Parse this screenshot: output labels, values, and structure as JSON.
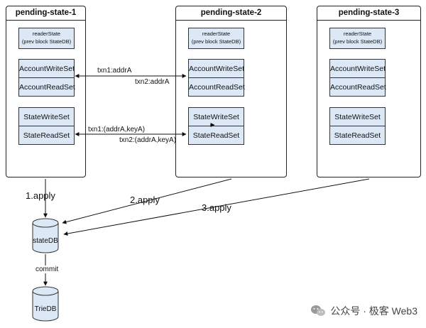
{
  "panels": [
    {
      "title": "pending-state-1",
      "reader_line1": "readerState",
      "reader_line2": "(prev block StateDB)",
      "account_write": "AccountWriteSet",
      "account_read": "AccountReadSet",
      "state_write": "StateWriteSet",
      "state_read": "StateReadSet"
    },
    {
      "title": "pending-state-2",
      "reader_line1": "readerState",
      "reader_line2": "(prev block StateDB)",
      "account_write": "AccountWriteSet",
      "account_read": "AccountReadSet",
      "state_write": "StateWriteSet",
      "state_read": "StateReadSet"
    },
    {
      "title": "pending-state-3",
      "reader_line1": "readerState",
      "reader_line2": "(prev block StateDB)",
      "account_write": "AccountWriteSet",
      "account_read": "AccountReadSet",
      "state_write": "StateWriteSet",
      "state_read": "StateReadSet"
    }
  ],
  "arrows": {
    "txn1_addr": "txn1:addrA",
    "txn2_addr": "txn2:addrA",
    "txn1_key": "txn1:(addrA,keyA)",
    "txn2_key": "txn2:(addrA,keyA)",
    "apply1": "1.apply",
    "apply2": "2.apply",
    "apply3": "3.apply",
    "commit": "commit"
  },
  "databases": {
    "statedb": "stateDB",
    "triedb": "TrieDB"
  },
  "footer": {
    "text": "公众号 · 极客 Web3"
  },
  "colors": {
    "box_fill": "#dce8f6",
    "border": "#222222"
  }
}
